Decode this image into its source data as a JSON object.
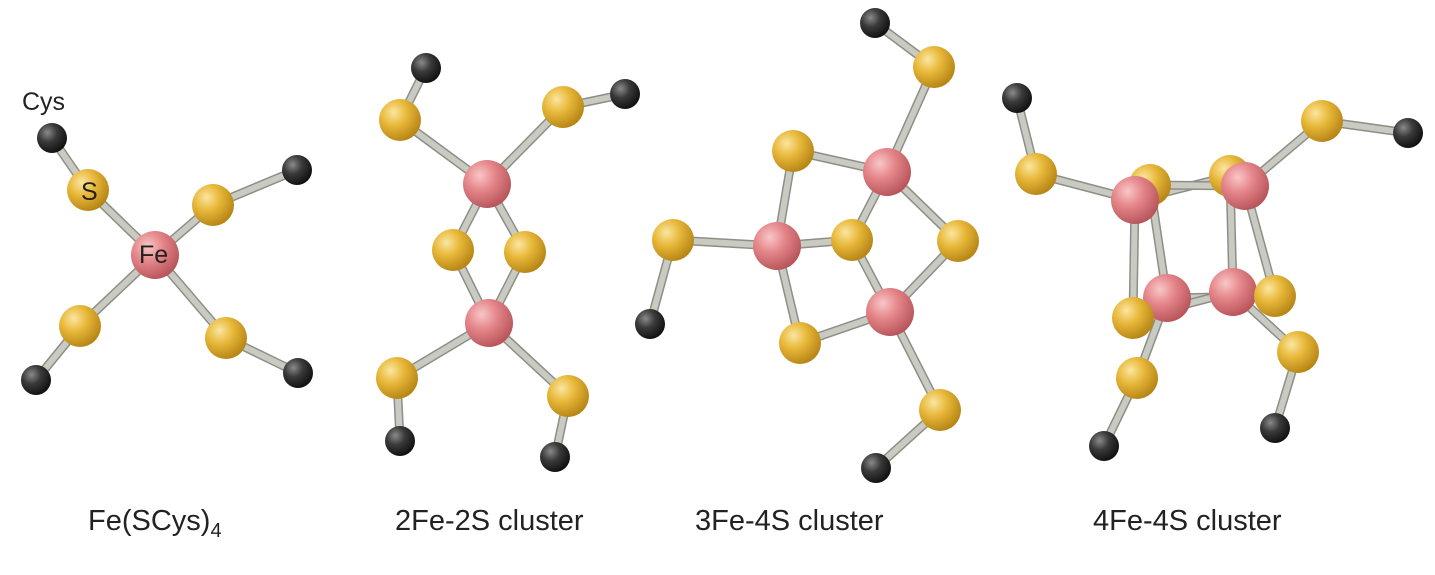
{
  "colors": {
    "iron": "#e5868a",
    "sulfur": "#e8b83a",
    "carbon": "#2c2c2c",
    "bond": "#c9cbc2"
  },
  "labels": {
    "cys": "Cys",
    "s": "S",
    "fe": "Fe"
  },
  "captions": {
    "fe_scys4_main": "Fe(SCys)",
    "fe_scys4_sub": "4",
    "cluster_2fe2s": "2Fe-2S cluster",
    "cluster_3fe4s": "3Fe-4S cluster",
    "cluster_4fe4s": "4Fe-4S cluster"
  }
}
